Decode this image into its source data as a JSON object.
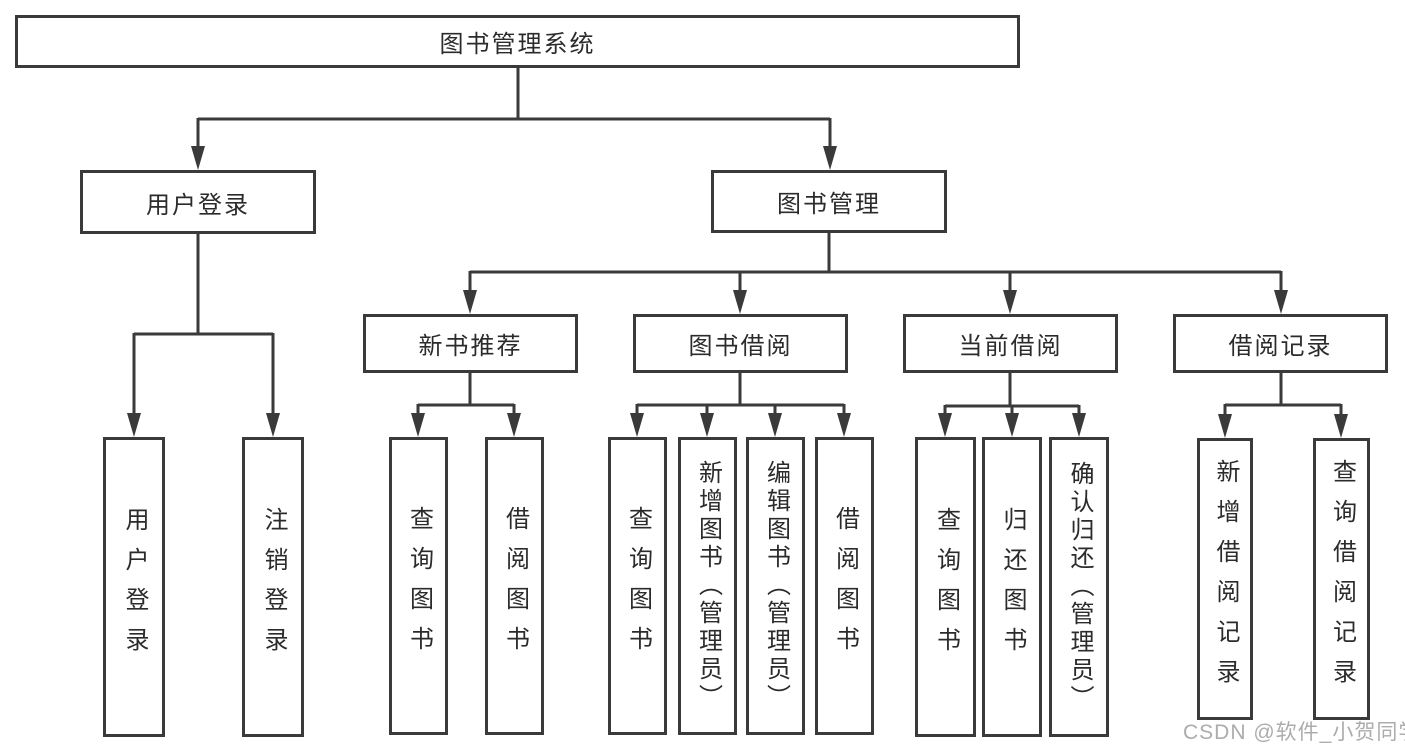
{
  "tree": {
    "label": "图书管理系统",
    "children": [
      {
        "label": "用户登录",
        "children": [
          {
            "label": "用户登录"
          },
          {
            "label": "注销登录"
          }
        ]
      },
      {
        "label": "图书管理",
        "children": [
          {
            "label": "新书推荐",
            "children": [
              {
                "label": "查询图书"
              },
              {
                "label": "借阅图书"
              }
            ]
          },
          {
            "label": "图书借阅",
            "children": [
              {
                "label": "查询图书"
              },
              {
                "label": "新增图书（管理员）"
              },
              {
                "label": "编辑图书（管理员）"
              },
              {
                "label": "借阅图书"
              }
            ]
          },
          {
            "label": "当前借阅",
            "children": [
              {
                "label": "查询图书"
              },
              {
                "label": "归还图书"
              },
              {
                "label": "确认归还（管理员）"
              }
            ]
          },
          {
            "label": "借阅记录",
            "children": [
              {
                "label": "新增借阅记录"
              },
              {
                "label": "查询借阅记录"
              }
            ]
          }
        ]
      }
    ]
  },
  "watermark": {
    "text": "CSDN @软件_小贺同学"
  },
  "colors": {
    "line": "#3a3a3a",
    "box_border": "#3a3a3a",
    "text": "#2b2b2b",
    "watermark": "#a8a8a8",
    "background": "#ffffff"
  }
}
